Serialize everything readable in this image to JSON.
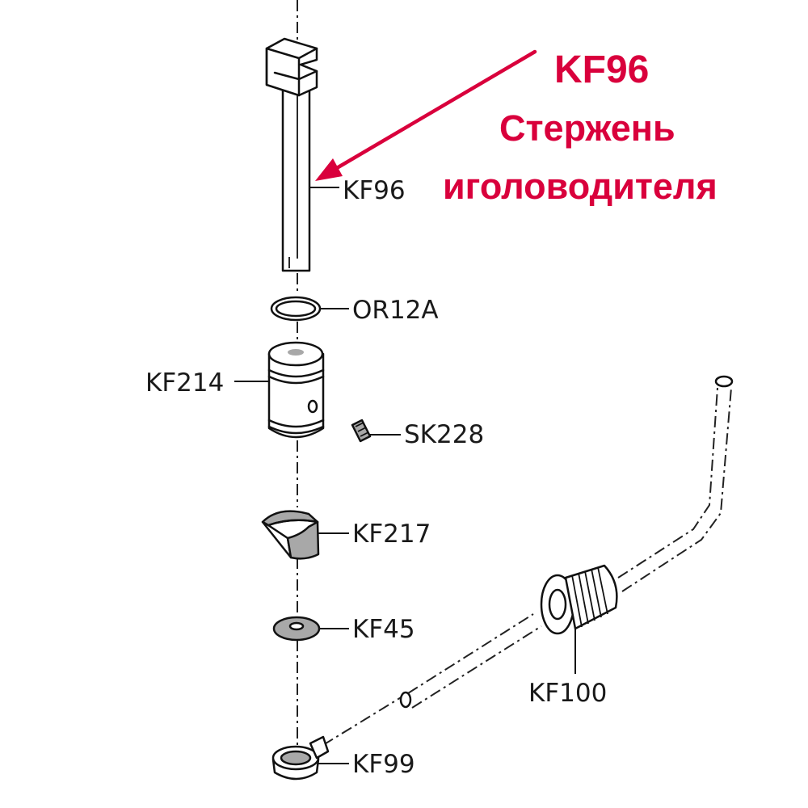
{
  "callout": {
    "code": "KF96",
    "line1": "Стержень",
    "line2": "иголоводителя",
    "color": "#d9003c"
  },
  "parts": {
    "kf96": "KF96",
    "or12a": "OR12A",
    "kf214": "KF214",
    "sk228": "SK228",
    "kf217": "KF217",
    "kf45": "KF45",
    "kf100": "KF100",
    "kf99": "KF99"
  }
}
